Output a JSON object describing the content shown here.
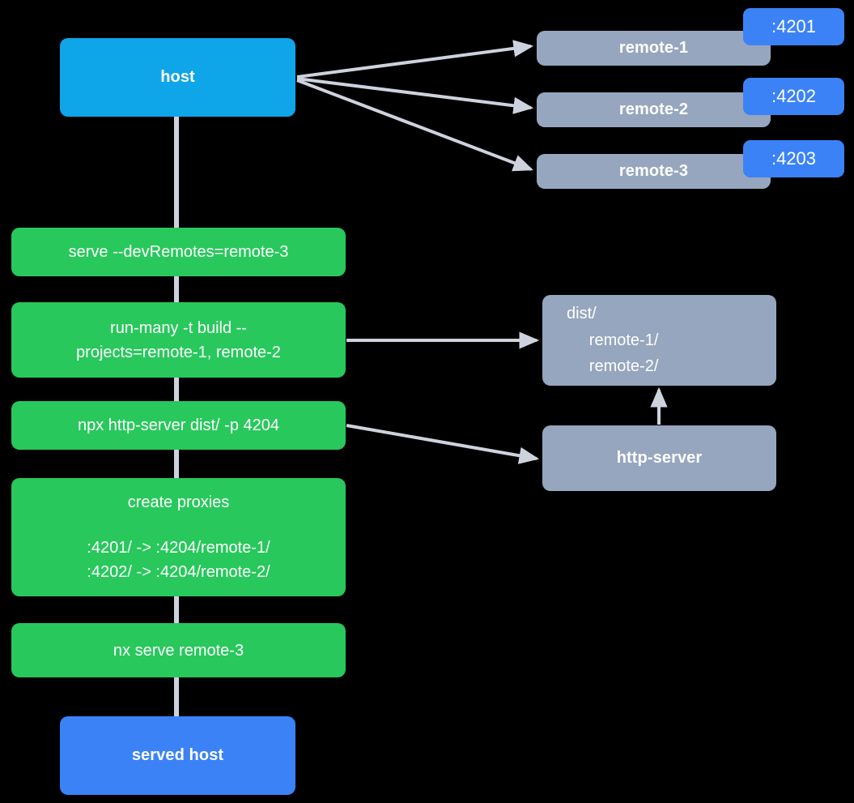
{
  "diagram": {
    "title": "nx host and remotes serving flow",
    "background": "#000000",
    "colors": {
      "host": "#0FA5E9",
      "served_host": "#3B82F6",
      "command": "#28C85C",
      "artifact": "#96A6BE",
      "port_badge": "#3B82F6",
      "edge": "#CDD3DE",
      "text": "#FFFFFF"
    }
  },
  "nodes": {
    "host": {
      "label": "host"
    },
    "served_host": {
      "label": "served host"
    },
    "remotes": [
      {
        "label": "remote-1",
        "port": ":4201"
      },
      {
        "label": "remote-2",
        "port": ":4202"
      },
      {
        "label": "remote-3",
        "port": ":4203"
      }
    ],
    "commands": [
      {
        "id": "serve-dev-remotes",
        "label": "serve --devRemotes=remote-3"
      },
      {
        "id": "run-many",
        "line1": "run-many -t build --",
        "line2": "projects=remote-1, remote-2"
      },
      {
        "id": "npx-http-server",
        "label": "npx http-server dist/ -p 4204"
      },
      {
        "id": "create-proxies",
        "title": "create proxies",
        "mappings": [
          ":4201/ -> :4204/remote-1/",
          ":4202/ -> :4204/remote-2/"
        ]
      },
      {
        "id": "nx-serve-remote-3",
        "label": "nx serve remote-3"
      }
    ],
    "dist": {
      "lines": [
        "dist/",
        "     remote-1/",
        "     remote-2/"
      ]
    },
    "http_server": {
      "label": "http-server"
    }
  }
}
